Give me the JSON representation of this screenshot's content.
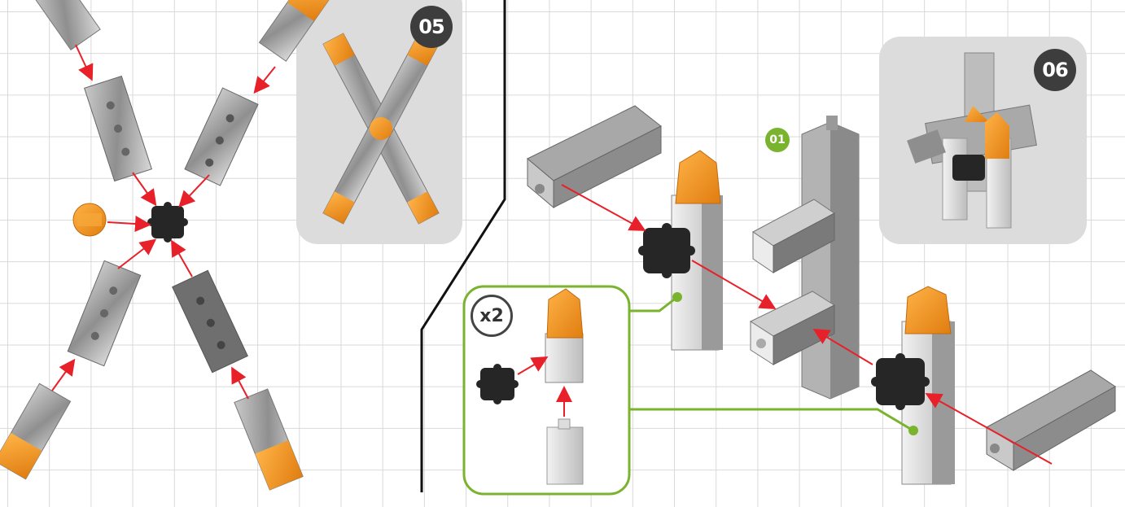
{
  "steps": {
    "step_05": {
      "number": "05"
    },
    "step_06": {
      "number": "06"
    }
  },
  "substep": {
    "number": "01"
  },
  "subassembly": {
    "quantity": "x2"
  },
  "colors": {
    "arrow": "#e8202a",
    "callout": "#7ab32e",
    "panel": "#dcdcdc",
    "badge": "#3d3d3d",
    "piece_orange": "#f29a1f",
    "piece_gray": "#9e9e9e",
    "connector_black": "#262626"
  },
  "icons": [
    "arrow-icon",
    "connector-cube-icon",
    "beam-piece-icon",
    "orange-cap-icon"
  ]
}
